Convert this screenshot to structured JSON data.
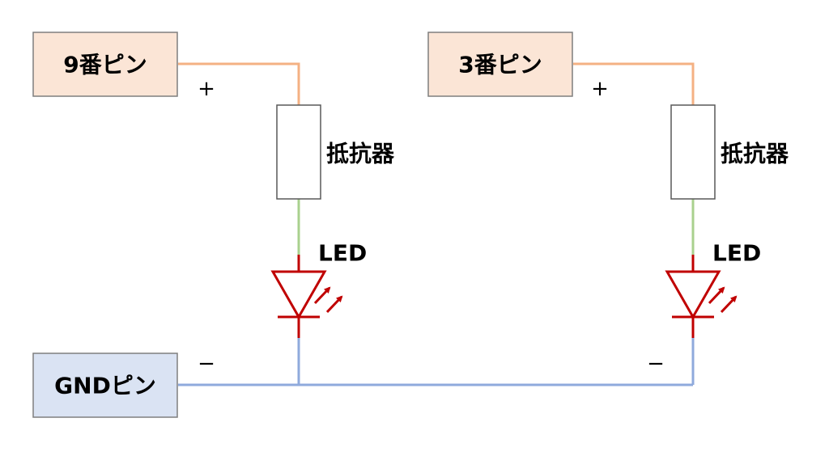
{
  "colors": {
    "signal_wire": "#f4b183",
    "resistor_led_wire": "#a9d18e",
    "ground_wire": "#8faadc",
    "led_red": "#c00000",
    "pin_box_fill": "#fbe5d6",
    "gnd_box_fill": "#dae3f3",
    "box_border": "#7f7f7f"
  },
  "pins": {
    "pin9": "9番ピン",
    "pin3": "3番ピン",
    "gnd": "GNDピン"
  },
  "circuits": [
    {
      "resistor_label": "抵抗器",
      "led_label": "LED",
      "plus": "+",
      "minus": "−"
    },
    {
      "resistor_label": "抵抗器",
      "led_label": "LED",
      "plus": "+",
      "minus": "−"
    }
  ],
  "gnd_minus": "−",
  "icons": [
    "resistor-icon",
    "led-icon",
    "light-emission-arrow-icon"
  ]
}
